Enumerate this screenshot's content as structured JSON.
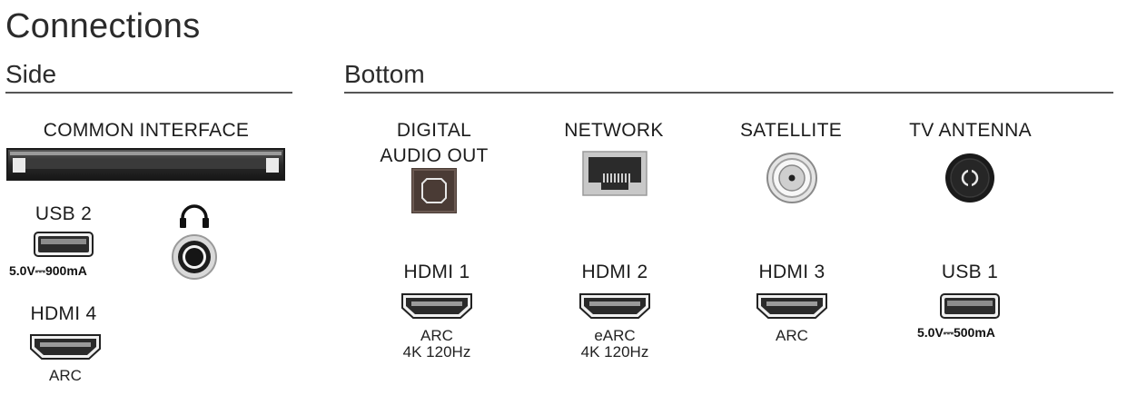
{
  "title": "Connections",
  "sections": {
    "side": "Side",
    "bottom": "Bottom"
  },
  "side": {
    "common_interface": "COMMON INTERFACE",
    "usb2": {
      "label": "USB 2",
      "rating": "5.0V⎓900mA"
    },
    "hdmi4": {
      "label": "HDMI 4",
      "sub": "ARC"
    },
    "headphone_icon": "headphones-icon"
  },
  "bottom": {
    "digital_audio_out": {
      "line1": "DIGITAL",
      "line2": "AUDIO OUT"
    },
    "network": "NETWORK",
    "satellite": "SATELLITE",
    "tv_antenna": "TV ANTENNA",
    "hdmi1": {
      "label": "HDMI 1",
      "sub1": "ARC",
      "sub2": "4K 120Hz"
    },
    "hdmi2": {
      "label": "HDMI 2",
      "sub1": "eARC",
      "sub2": "4K 120Hz"
    },
    "hdmi3": {
      "label": "HDMI 3",
      "sub1": "ARC"
    },
    "usb1": {
      "label": "USB 1",
      "rating": "5.0V⎓500mA"
    }
  },
  "colors": {
    "port_dark": "#2a2a2a",
    "port_mid": "#6e6e6e",
    "port_light": "#d9d9d9",
    "optical_brown": "#4a3b35",
    "rule": "#555555"
  }
}
